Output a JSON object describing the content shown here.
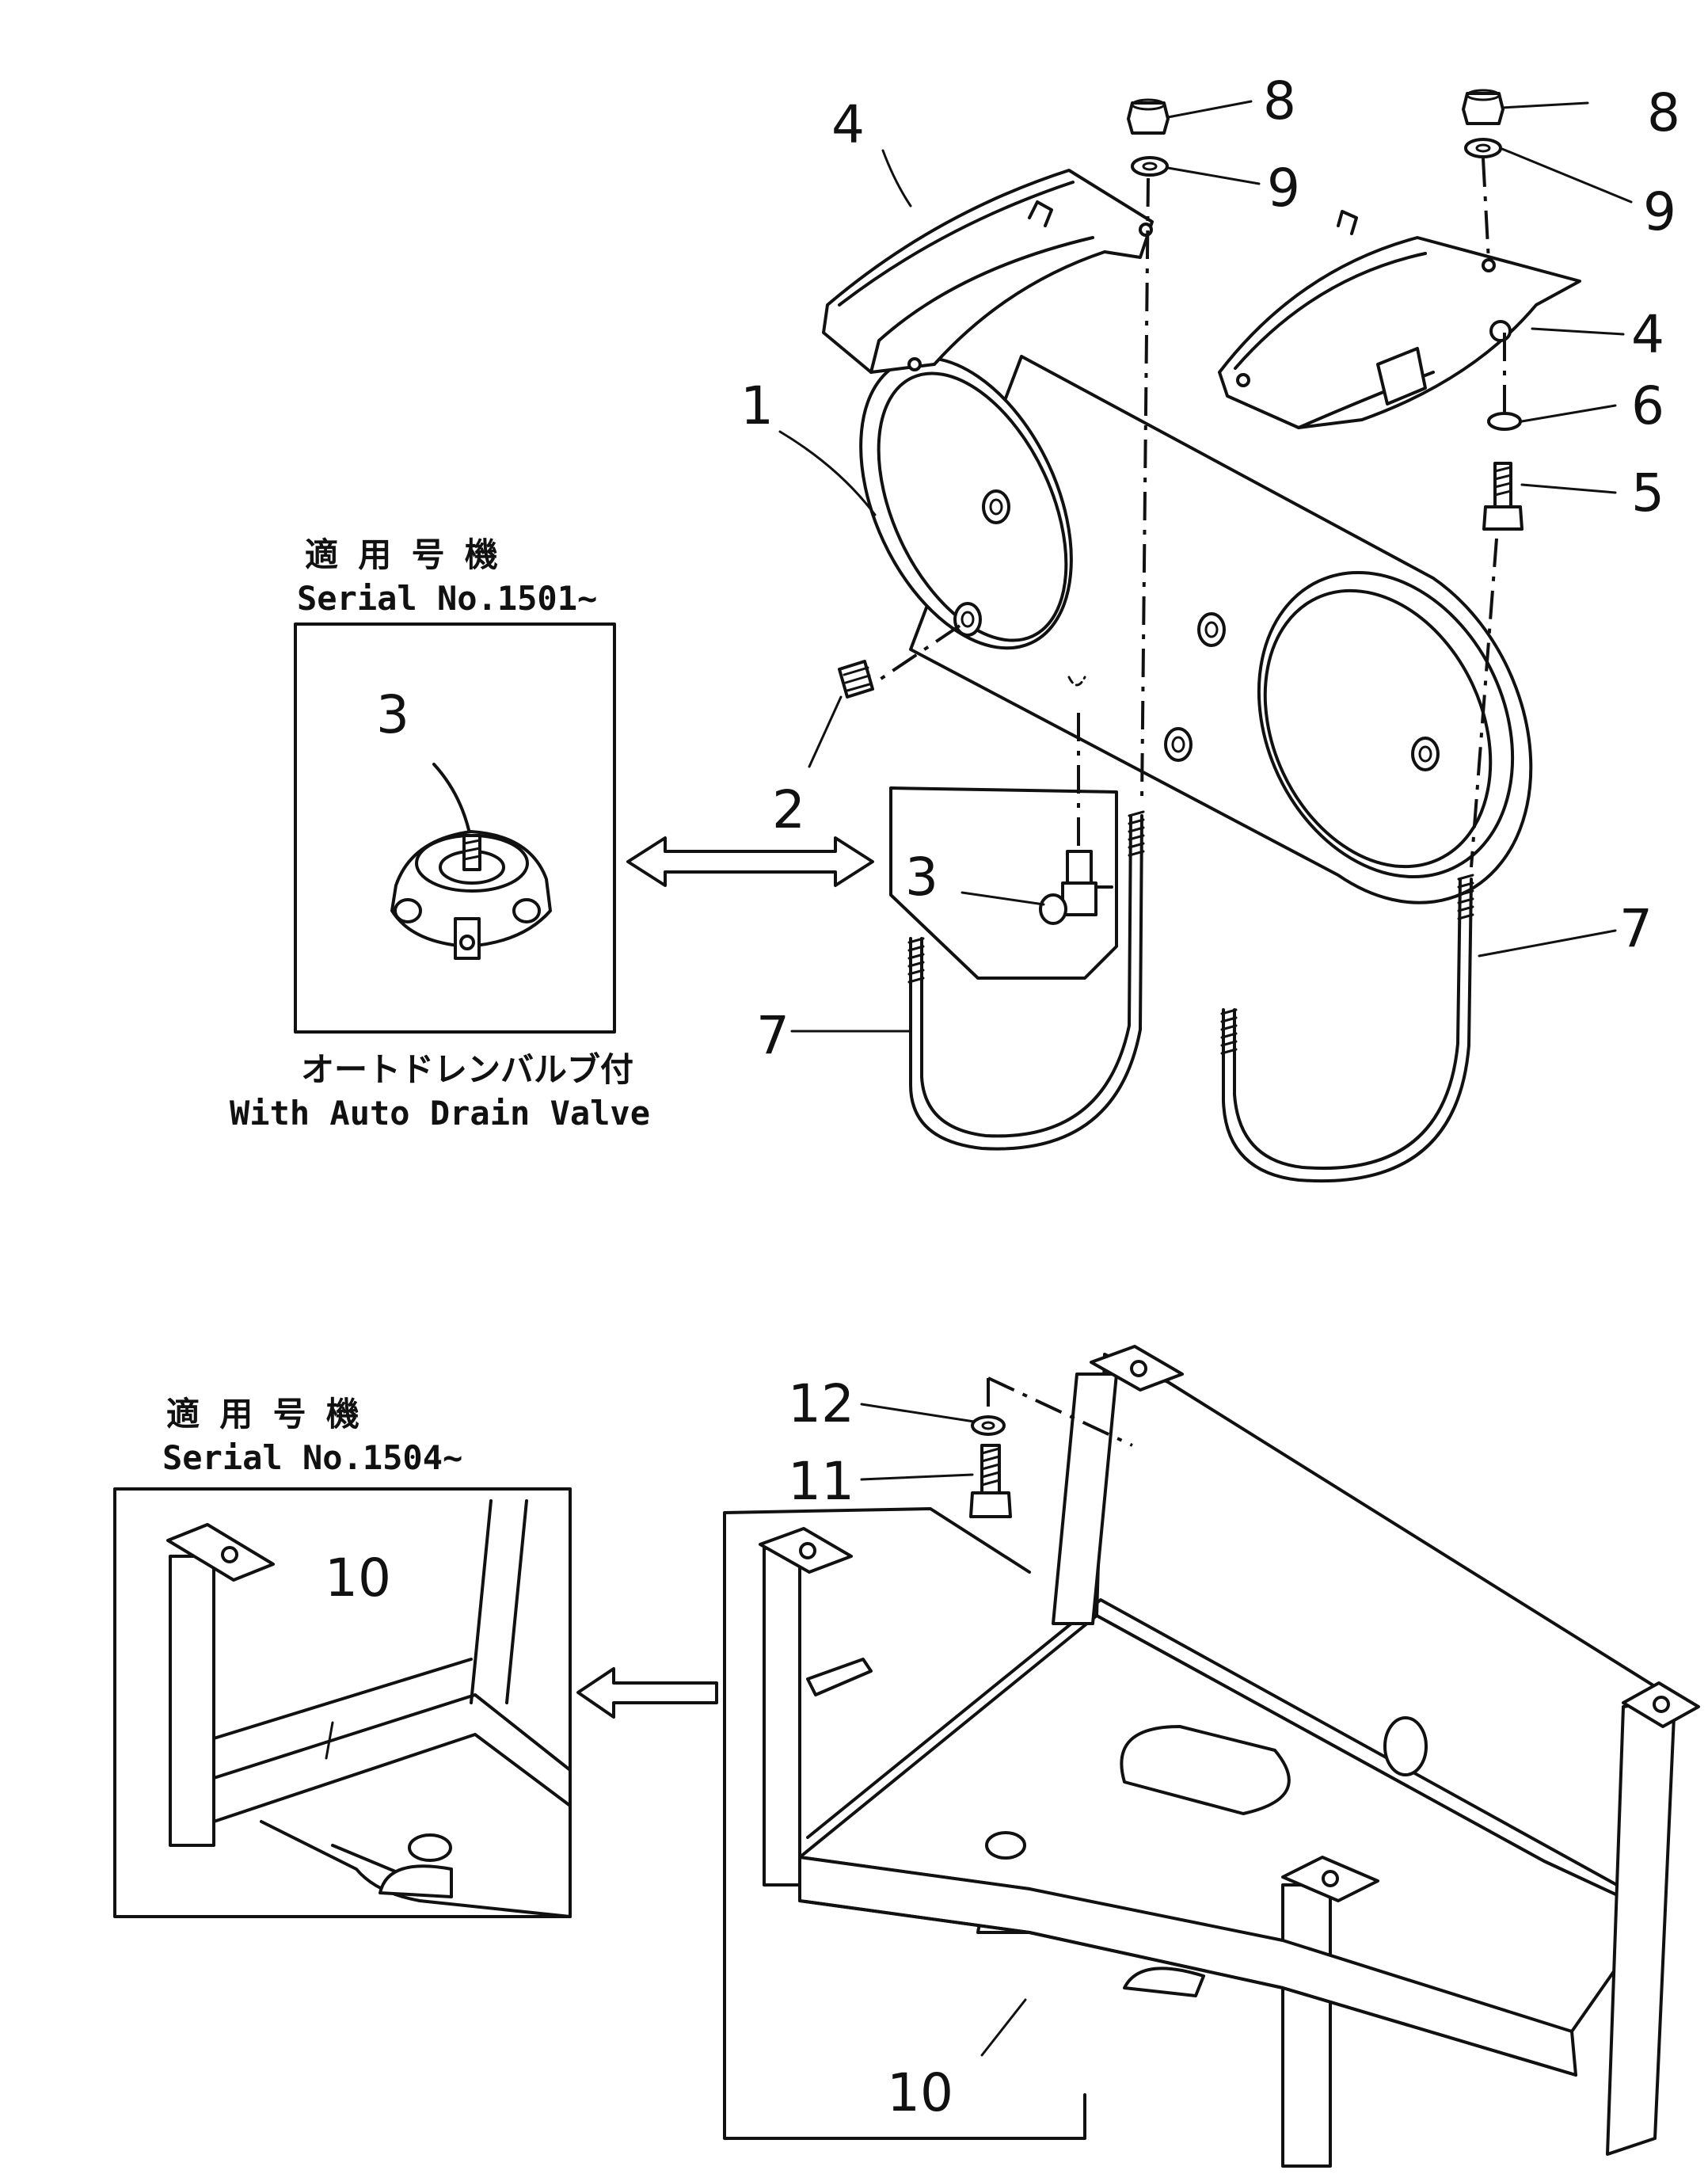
{
  "callouts": [
    {
      "id": "1",
      "label": "1"
    },
    {
      "id": "2",
      "label": "2"
    },
    {
      "id": "3a",
      "label": "3"
    },
    {
      "id": "3b",
      "label": "3"
    },
    {
      "id": "4a",
      "label": "4"
    },
    {
      "id": "4b",
      "label": "4"
    },
    {
      "id": "5",
      "label": "5"
    },
    {
      "id": "6",
      "label": "6"
    },
    {
      "id": "7a",
      "label": "7"
    },
    {
      "id": "7b",
      "label": "7"
    },
    {
      "id": "8a",
      "label": "8"
    },
    {
      "id": "8b",
      "label": "8"
    },
    {
      "id": "9a",
      "label": "9"
    },
    {
      "id": "9b",
      "label": "9"
    },
    {
      "id": "10a",
      "label": "10"
    },
    {
      "id": "10b",
      "label": "10"
    },
    {
      "id": "11",
      "label": "11"
    },
    {
      "id": "12",
      "label": "12"
    }
  ],
  "inset_top": {
    "applicable_jp": "適 用 号 機",
    "serial": "Serial No.1501~",
    "caption_jp": "オートドレンバルブ付",
    "caption_en": "With Auto Drain Valve"
  },
  "inset_bottom": {
    "applicable_jp": "適 用 号 機",
    "serial": "Serial No.1504~"
  }
}
